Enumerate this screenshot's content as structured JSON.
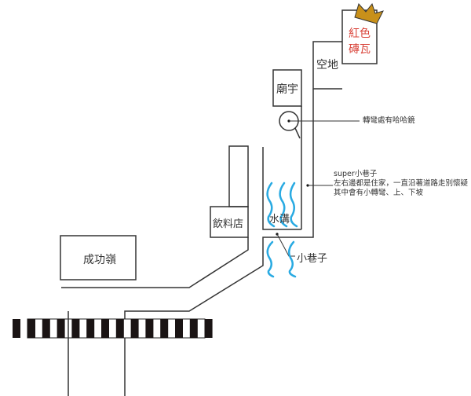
{
  "labels": {
    "red_tiles": [
      "紅色",
      "磚瓦"
    ],
    "empty_lot": "空地",
    "temple": "廟宇",
    "mirror_note": "轉彎處有哈哈鏡",
    "alley_note": [
      "super小巷子",
      "左右邊都是住家，一直沿著道路走別懷疑",
      "其中會有小轉彎、上、下坡"
    ],
    "drink_shop": "飲料店",
    "ditch": "水溝",
    "small_alley": "小巷子",
    "chenggong_ling": "成功嶺"
  },
  "colors": {
    "line": "#333333",
    "water": "#29aae2",
    "red_text": "#d9443a",
    "crown": "#c8901a"
  }
}
